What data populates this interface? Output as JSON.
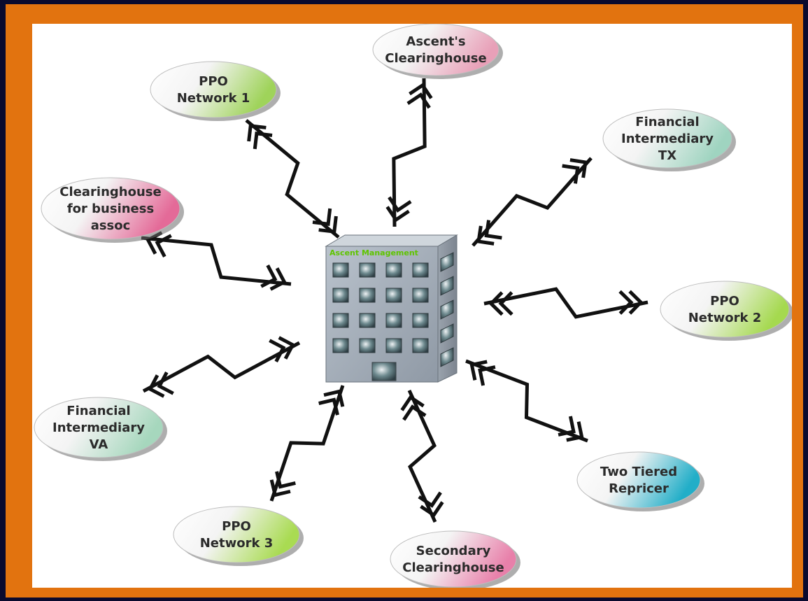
{
  "center": {
    "label": "Ascent Management"
  },
  "nodes": [
    {
      "id": "ascents-clearinghouse",
      "lines": [
        "Ascent's",
        "Clearinghouse"
      ],
      "color": "#e8a0b8"
    },
    {
      "id": "ppo-network-1",
      "lines": [
        "PPO",
        "Network 1"
      ],
      "color": "#9fd35a"
    },
    {
      "id": "financial-intermediary-tx",
      "lines": [
        "Financial",
        "Intermediary",
        "TX"
      ],
      "color": "#9fd4c0"
    },
    {
      "id": "clearinghouse-business-assoc",
      "lines": [
        "Clearinghouse",
        "for business",
        "assoc"
      ],
      "color": "#e46a98"
    },
    {
      "id": "ppo-network-2",
      "lines": [
        "PPO",
        "Network 2"
      ],
      "color": "#a5d94f"
    },
    {
      "id": "financial-intermediary-va",
      "lines": [
        "Financial",
        "Intermediary",
        "VA"
      ],
      "color": "#a6d7bd"
    },
    {
      "id": "two-tiered-repricer",
      "lines": [
        "Two Tiered",
        "Repricer"
      ],
      "color": "#22aec8"
    },
    {
      "id": "ppo-network-3",
      "lines": [
        "PPO",
        "Network 3"
      ],
      "color": "#a9db52"
    },
    {
      "id": "secondary-clearinghouse",
      "lines": [
        "Secondary",
        "Clearinghouse"
      ],
      "color": "#e880aa"
    }
  ]
}
